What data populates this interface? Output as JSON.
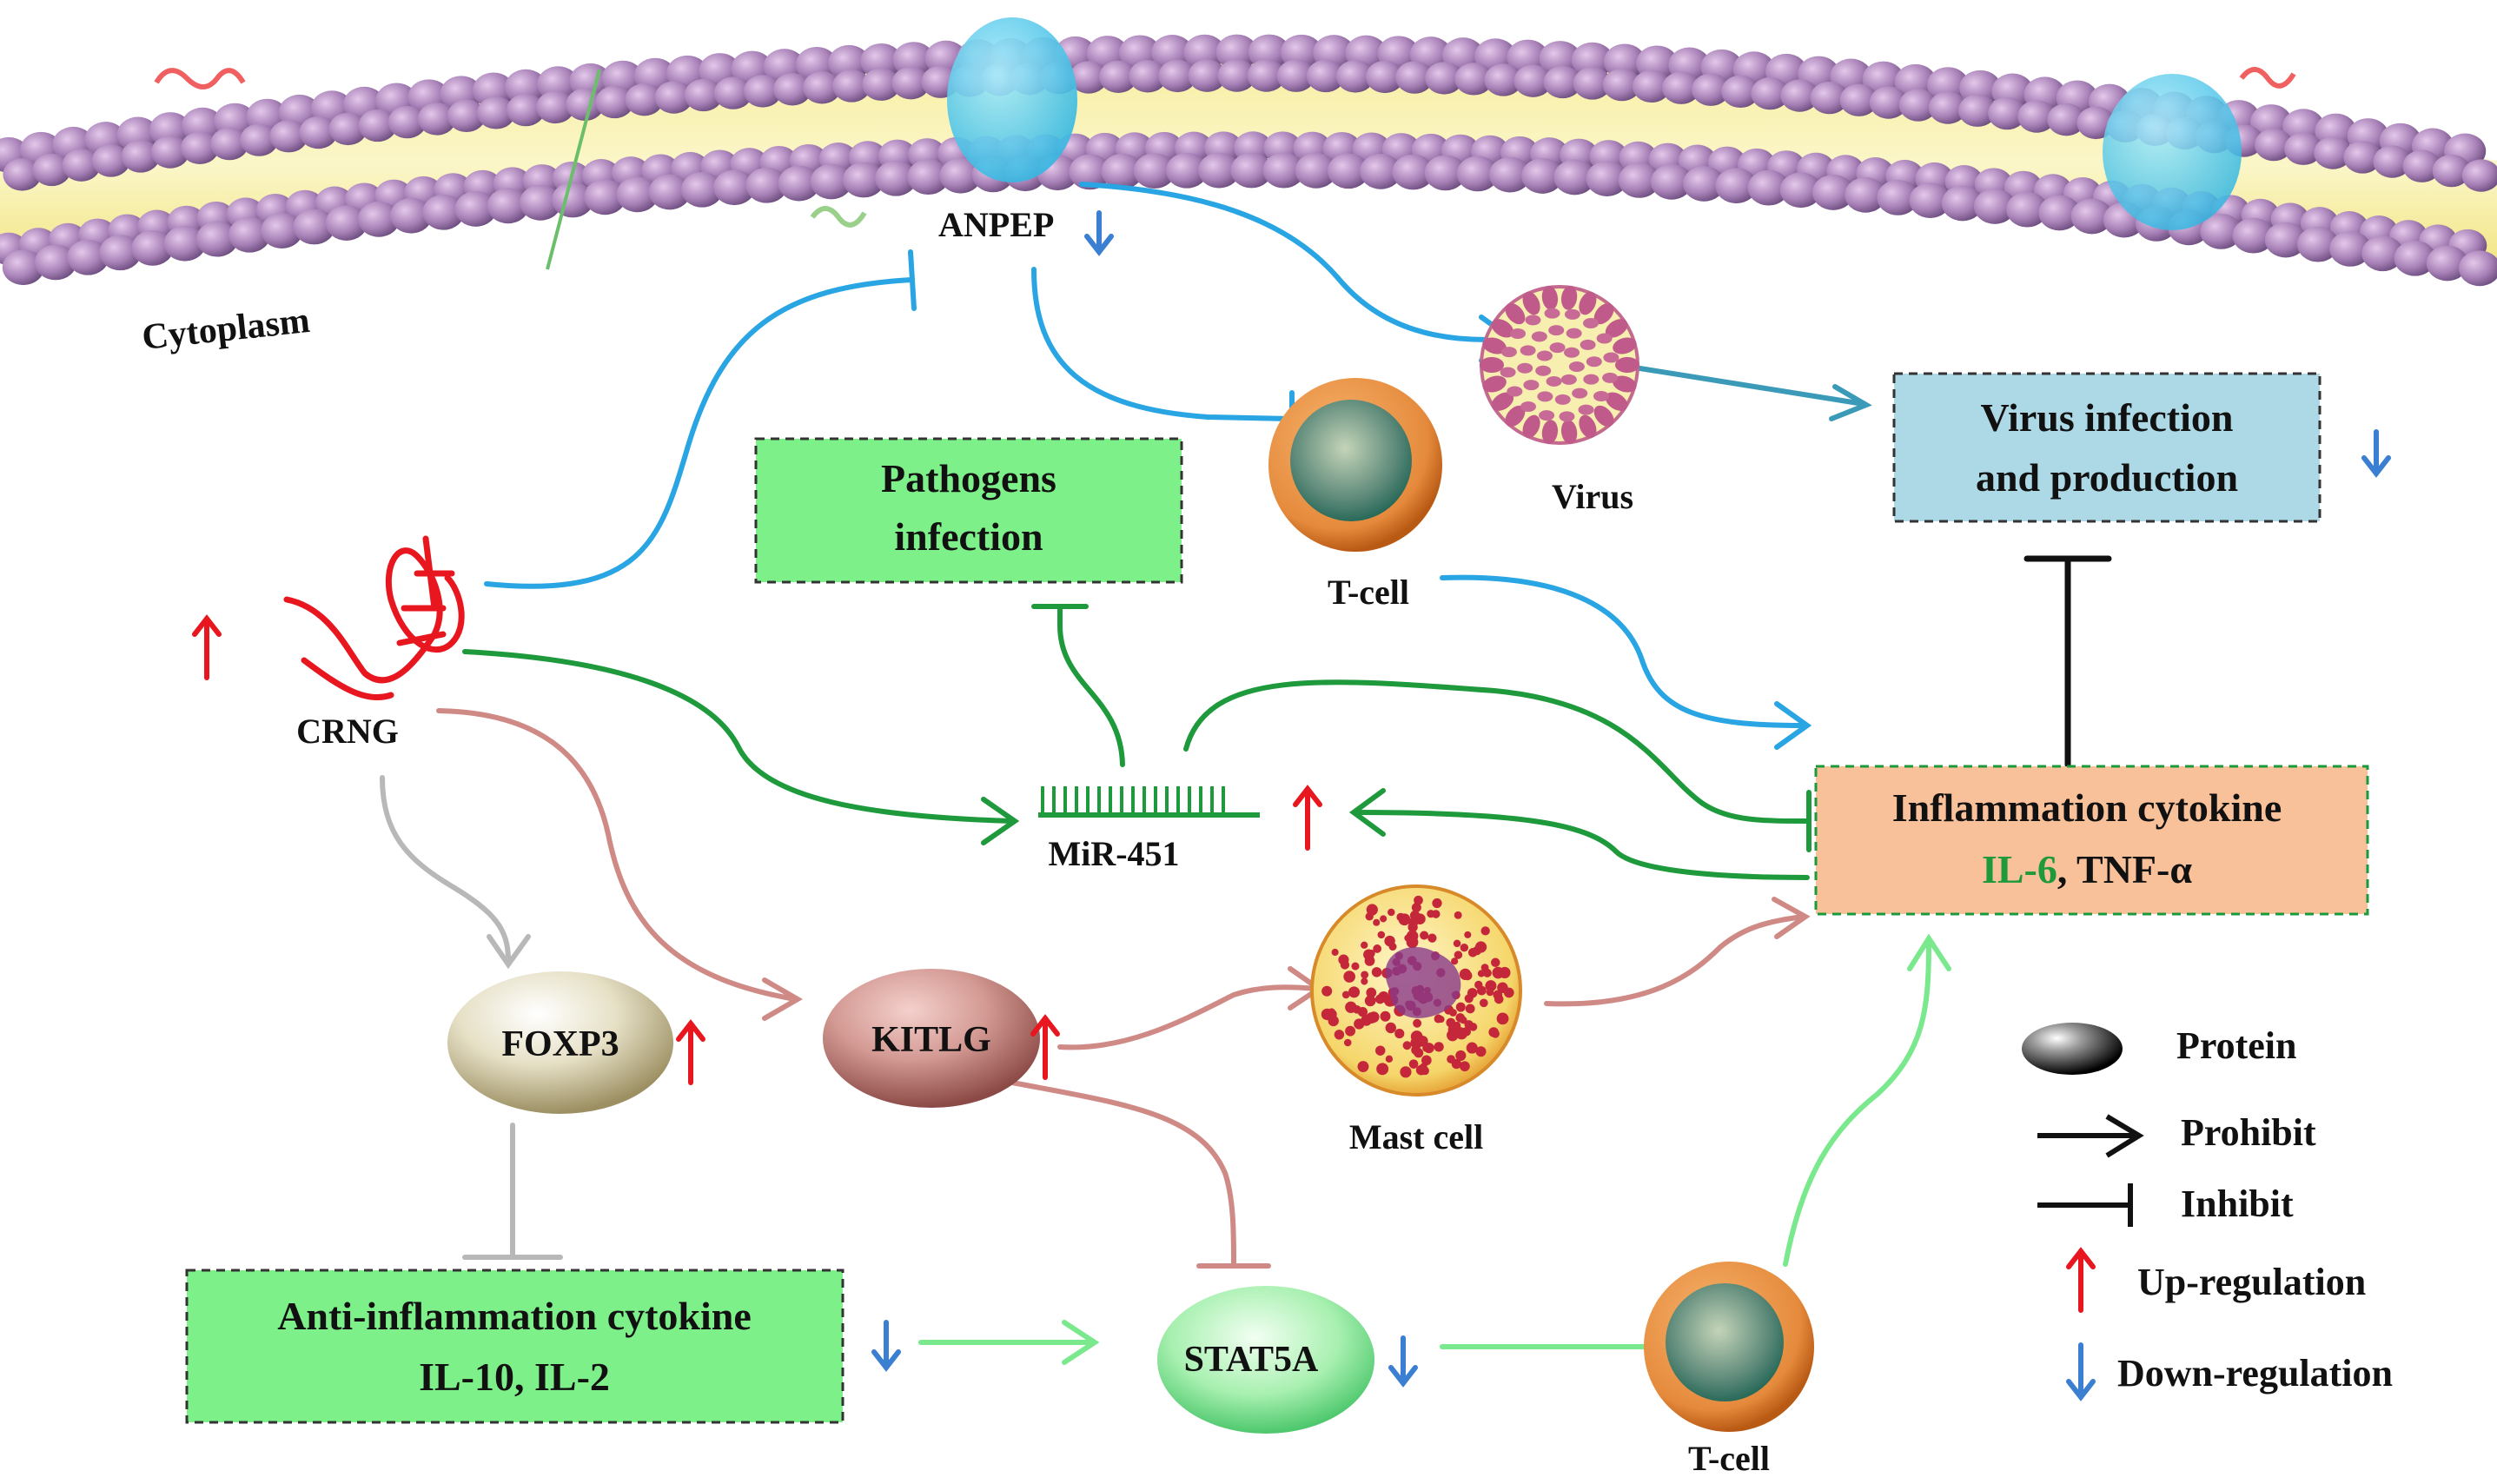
{
  "labels": {
    "cytoplasm": "Cytoplasm",
    "anpep": "ANPEP",
    "virus": "Virus",
    "t_cell_top": "T-cell",
    "t_cell_bottom": "T-cell",
    "mast_cell": "Mast cell",
    "crng": "CRNG",
    "mir451": "MiR-451",
    "foxp3": "FOXP3",
    "kitlg": "KITLG",
    "stat5a": "STAT5A"
  },
  "boxes": {
    "pathogens_line1": "Pathogens",
    "pathogens_line2": "infection",
    "virus_inf_line1": "Virus infection",
    "virus_inf_line2": "and production",
    "inflam_line1": "Inflammation cytokine",
    "inflam_il6": "IL-6",
    "inflam_rest": ", TNF-α",
    "anti_line1": "Anti-inflammation cytokine",
    "anti_line2": "IL-10, IL-2"
  },
  "legend": {
    "protein": "Protein",
    "prohibit": "Prohibit",
    "inhibit": "Inhibit",
    "up": "Up-regulation",
    "down": "Down-regulation"
  },
  "colors": {
    "up_arrow": "#e8161e",
    "down_arrow": "#3b7fd2",
    "blue_path": "#29a5e3",
    "green_path": "#1e9a3c",
    "light_green_path": "#7ae88c",
    "pink_path": "#d08a86",
    "grey_path": "#b8b8b8",
    "box_green": "#7ef08a",
    "box_blue": "#add8e6",
    "box_orange": "#f9c19a"
  }
}
